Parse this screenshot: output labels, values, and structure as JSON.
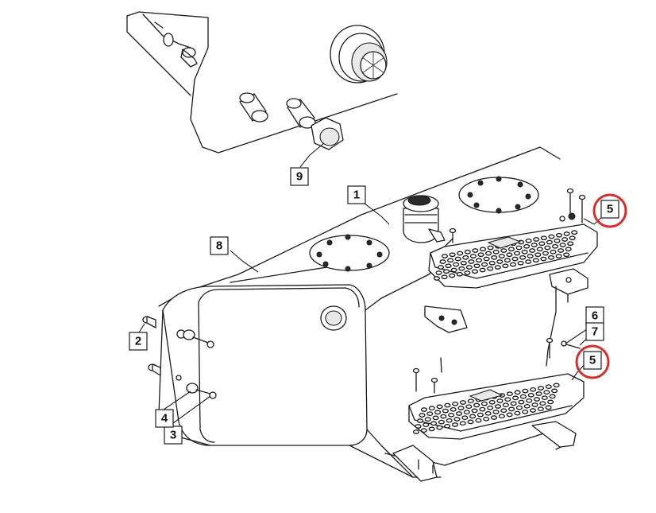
{
  "callouts": [
    {
      "id": "c1",
      "label": "1",
      "highlighted": false
    },
    {
      "id": "c2",
      "label": "2",
      "highlighted": false
    },
    {
      "id": "c3",
      "label": "3",
      "highlighted": false
    },
    {
      "id": "c4",
      "label": "4",
      "highlighted": false
    },
    {
      "id": "c5a",
      "label": "5",
      "highlighted": true
    },
    {
      "id": "c5b",
      "label": "5",
      "highlighted": true
    },
    {
      "id": "c6",
      "label": "6",
      "highlighted": false
    },
    {
      "id": "c7",
      "label": "7",
      "highlighted": false
    },
    {
      "id": "c8",
      "label": "8",
      "highlighted": false
    },
    {
      "id": "c9",
      "label": "9",
      "highlighted": false
    }
  ],
  "colors": {
    "highlight_ring": "#d32f2f",
    "line": "#1a1a1a",
    "background": "#ffffff"
  }
}
